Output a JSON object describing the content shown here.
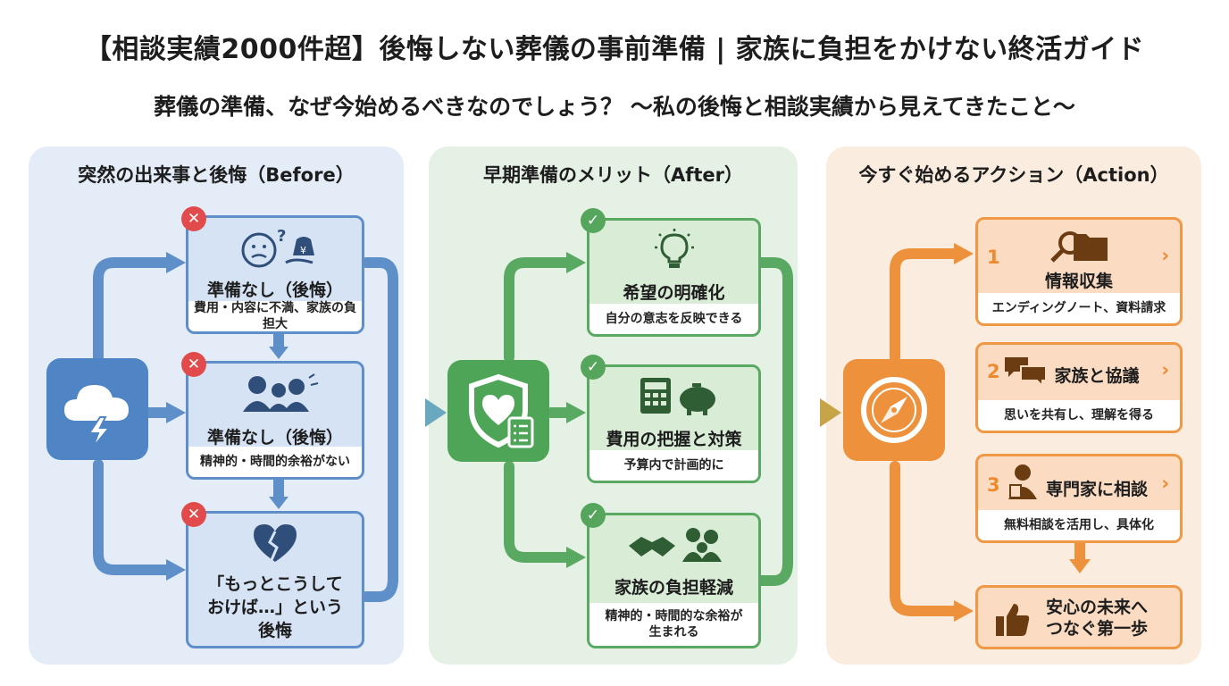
{
  "header": {
    "title": "【相談実績2000件超】後悔しない葬儀の事前準備 | 家族に負担をかけない終活ガイド",
    "subtitle": "葬儀の準備、なぜ今始めるべきなのでしょう？ ～私の後悔と相談実績から見えてきたこと～"
  },
  "before": {
    "title": "突然の出来事と後悔（Before）",
    "cards": [
      {
        "label": "準備なし（後悔）",
        "sub": "費用・内容に不満、家族の負担大"
      },
      {
        "label": "準備なし（後悔）",
        "sub": "精神的・時間的余裕がない"
      },
      {
        "label_line1": "「もっとこうして",
        "label_line2": "おけば…」という",
        "label_line3": "後悔"
      }
    ]
  },
  "after": {
    "title": "早期準備のメリット（After）",
    "cards": [
      {
        "label": "希望の明確化",
        "sub": "自分の意志を反映できる"
      },
      {
        "label": "費用の把握と対策",
        "sub": "予算内で計画的に"
      },
      {
        "label": "家族の負担軽減",
        "sub_line1": "精神的・時間的な余裕が",
        "sub_line2": "生まれる"
      }
    ]
  },
  "action": {
    "title": "今すぐ始めるアクション（Action）",
    "steps": [
      {
        "num": "1",
        "label": "情報収集",
        "sub": "エンディングノート、資料請求"
      },
      {
        "num": "2",
        "label": "家族と協議",
        "sub": "思いを共有し、理解を得る"
      },
      {
        "num": "3",
        "label": "専門家に相談",
        "sub": "無料相談を活用し、具体化"
      }
    ],
    "final_line1": "安心の未来へ",
    "final_line2": "つなぐ第一歩",
    "chevron": "›"
  },
  "colors": {
    "blue": "#4f85c5",
    "green": "#4ea558",
    "orange": "#ee913c",
    "red": "#e24b4b"
  }
}
